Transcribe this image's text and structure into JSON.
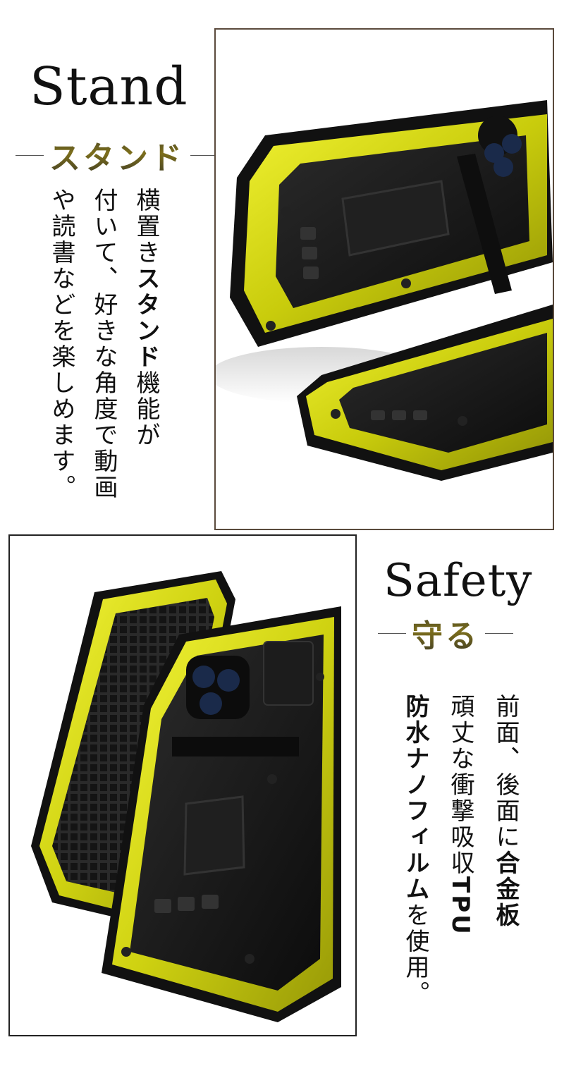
{
  "stand": {
    "title_en": "Stand",
    "title_jp": "スタンド",
    "col1_a": "横置き",
    "col1_b": "スタンド",
    "col1_c": "機能が",
    "col2": "付いて、好きな角度で動画",
    "col3": "や読書などを楽しめます。"
  },
  "safety": {
    "title_en": "Safety",
    "title_jp": "守る",
    "col1_a": "前面、後面に",
    "col1_b": "合金板",
    "col2_a": "頑丈な衝撃吸収",
    "col2_b": "TPU",
    "col3_a": "防水ナノフィルム",
    "col3_b": "を使用。"
  },
  "colors": {
    "case_yellow": "#d9dc14",
    "case_black": "#1a1a1a",
    "frame_brown": "#5a4a3c",
    "title_gold": "#7d6f1c"
  }
}
